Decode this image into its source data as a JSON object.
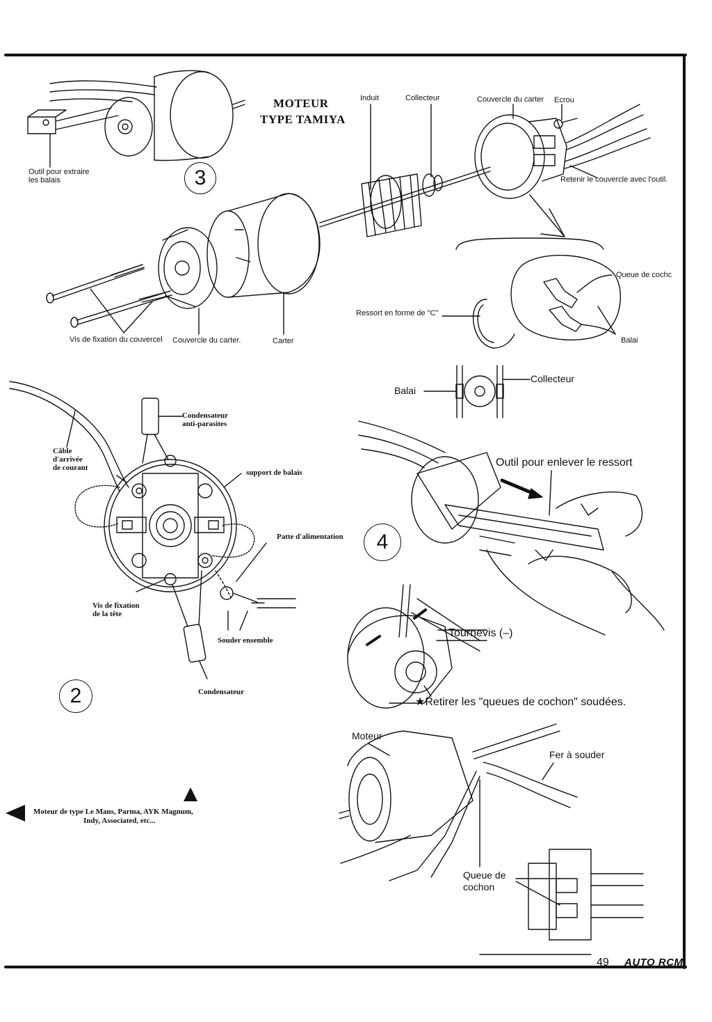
{
  "section3": {
    "title_line1": "MOTEUR",
    "title_line2": "TYPE TAMIYA",
    "number": "3",
    "labels": {
      "induit": "Induit",
      "collecteur": "Collecteur",
      "couvercle_carter": "Couvercle du carter",
      "ecrou": "Ecrou",
      "outil_extraire_1": "Outil pour extraire",
      "outil_extraire_2": "les balais",
      "retenir": "Retenir le couvercle avec l'outil.",
      "queue_cochon": "Queue de cochc",
      "ressort_c": "Ressort en forme de \"C\"",
      "balai": "Balai",
      "vis_fixation": "Vis de fixation du couvercel",
      "couvercle_carter2": "Couvercle du carter.",
      "carter": "Carter"
    }
  },
  "detail_collecteur": {
    "balai": "Balai",
    "collecteur": "Collecteur"
  },
  "section2": {
    "number": "2",
    "labels": {
      "cable_1": "Câble",
      "cable_2": "d'arrivée",
      "cable_3": "de courant",
      "condensateur_ap_1": "Condensateur",
      "condensateur_ap_2": "anti-parasites",
      "support_balais": "support de balais",
      "patte": "Patte d'alimentation",
      "vis_tete_1": "Vis de fixation",
      "vis_tete_2": "de la tête",
      "souder": "Souder ensemble",
      "condensateur": "Condensateur"
    },
    "caption_line1": "Moteur de type Le Mans, Parma, AYK Magnum,",
    "caption_line2": "Indy, Associated, etc..."
  },
  "section4": {
    "number": "4",
    "labels": {
      "outil_ressort": "Outil pour enlever le ressort",
      "tournevis": "Tournevis (–)",
      "retirer": "★Retirer les \"queues de cochon\" soudées.",
      "moteur": "Moteur",
      "fer": "Fer à souder",
      "queue_1": "Queue de",
      "queue_2": "cochon"
    }
  },
  "footer": {
    "page": "49",
    "magazine": "AUTO RCM"
  }
}
